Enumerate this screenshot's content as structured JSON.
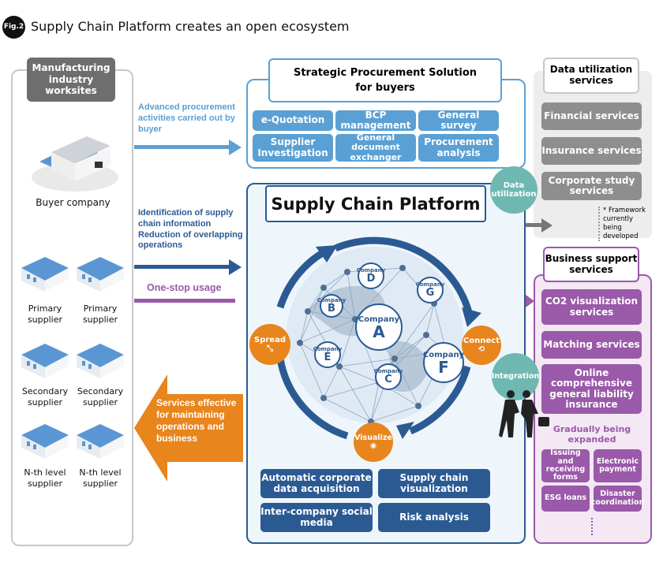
{
  "title": {
    "badge": "Fig.2",
    "text": "Supply Chain Platform creates an open ecosystem"
  },
  "left": {
    "header": "Manufacturing industry worksites",
    "buyer": "Buyer company",
    "suppliers": [
      [
        "Primary supplier",
        "Primary supplier"
      ],
      [
        "Secondary supplier",
        "Secondary supplier"
      ],
      [
        "N-th level supplier",
        "N-th level supplier"
      ]
    ]
  },
  "arrows": {
    "advanced": "Advanced procurement activities carried out by buyer",
    "identification": "Identification of supply chain information",
    "reduction": "Reduction of overlapping operations",
    "onestop": "One-stop usage",
    "services": "Services effective for maintaining operations and business"
  },
  "strategic": {
    "title_line1": "Strategic Procurement Solution",
    "title_line2": "for buyers",
    "items": [
      "e-Quotation",
      "BCP management",
      "General survey",
      "Supplier Investigation",
      "General document exchanger",
      "Procurement analysis"
    ]
  },
  "platform": {
    "title": "Supply Chain Platform",
    "companies": [
      {
        "prefix": "Company",
        "letter": "D"
      },
      {
        "prefix": "Company",
        "letter": "G"
      },
      {
        "prefix": "Company",
        "letter": "B"
      },
      {
        "prefix": "Company",
        "letter": "A"
      },
      {
        "prefix": "Company",
        "letter": "E"
      },
      {
        "prefix": "Company",
        "letter": "F"
      },
      {
        "prefix": "Company",
        "letter": "C"
      }
    ],
    "cycle": {
      "spread": "Spread",
      "connect": "Connect",
      "visualize": "Visualize"
    },
    "features": [
      "Automatic corporate data acquisition",
      "Supply chain visualization",
      "Inter-company social media",
      "Risk analysis"
    ]
  },
  "bubbles": {
    "data_utilization": "Data utilization",
    "integration": "Integration"
  },
  "data_services": {
    "header": "Data utilization services",
    "items": [
      "Financial services",
      "Insurance services",
      "Corporate study services"
    ],
    "note": "* Framework currently being developed"
  },
  "business": {
    "header": "Business support services",
    "items": [
      "CO2 visualization services",
      "Matching services",
      "Online comprehensive general liability insurance"
    ],
    "expanded": "Gradually being expanded",
    "small": [
      "Issuing and receiving forms",
      "Electronic payment",
      "ESG loans",
      "Disaster coordination"
    ]
  },
  "colors": {
    "light_blue": "#5aa0d4",
    "dark_blue": "#2b5a93",
    "purple": "#9a59a9",
    "orange": "#e8851c",
    "teal": "#6fb8b1",
    "gray": "#8e8e8e"
  }
}
